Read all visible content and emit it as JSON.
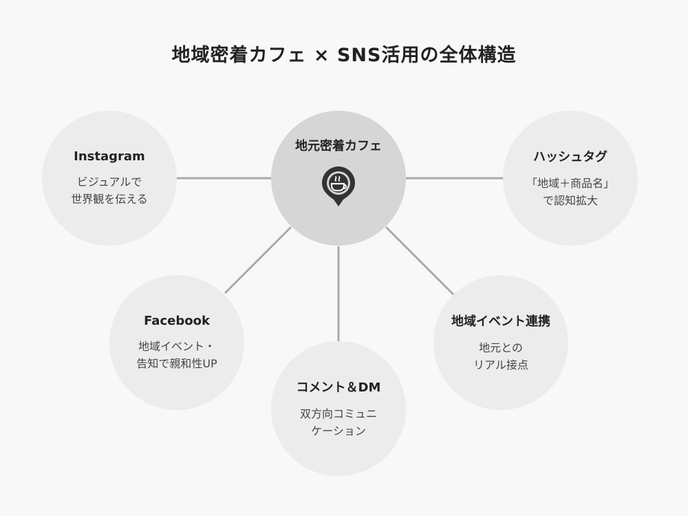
{
  "title": "地域密着カフェ × SNS活用の全体構造",
  "hub": {
    "label": "地元密着カフェ",
    "icon": "coffee-location-pin-icon"
  },
  "nodes": [
    {
      "key": "instagram",
      "label": "Instagram",
      "desc": [
        "ビジュアルで",
        "世界観を伝える"
      ]
    },
    {
      "key": "hashtag",
      "label": "ハッシュタグ",
      "desc": [
        "「地域＋商品名」",
        "で認知拡大"
      ]
    },
    {
      "key": "facebook",
      "label": "Facebook",
      "desc": [
        "地域イベント・",
        "告知で親和性UP"
      ]
    },
    {
      "key": "comment-dm",
      "label": "コメント＆DM",
      "desc": [
        "双方向コミュニ",
        "ケーション"
      ]
    },
    {
      "key": "local-event",
      "label": "地域イベント連携",
      "desc": [
        "地元との",
        "リアル接点"
      ]
    }
  ],
  "colors": {
    "background": "#f8f8f8",
    "node": "#ececec",
    "hub": "#d6d6d6",
    "link": "#a9a9a9",
    "icon": "#333333"
  }
}
